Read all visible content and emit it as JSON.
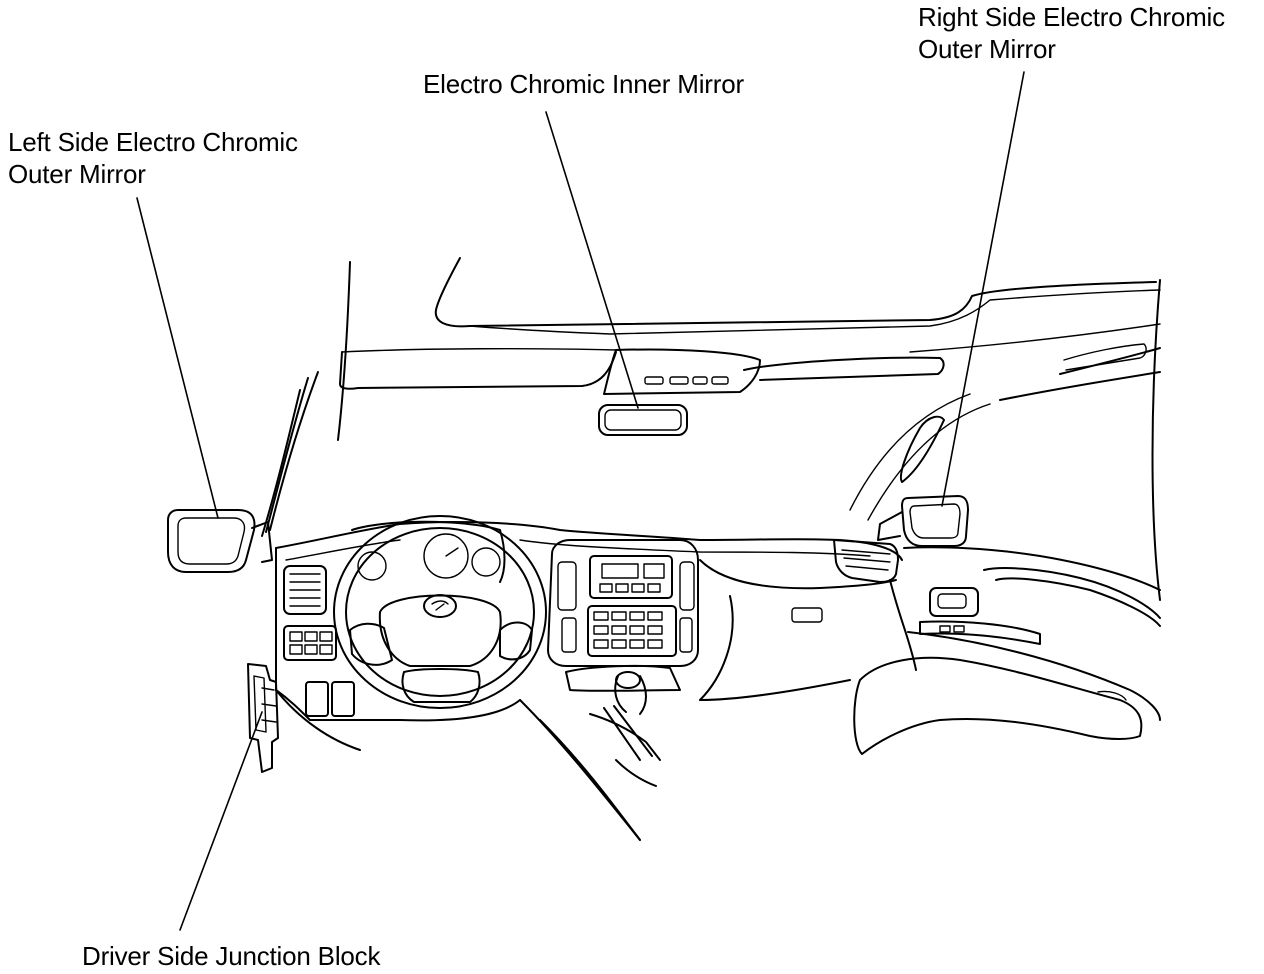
{
  "labels": {
    "left_mirror": {
      "line1": "Left Side Electro Chromic",
      "line2": "Outer Mirror"
    },
    "inner_mirror": {
      "line1": "Electro Chromic Inner Mirror"
    },
    "right_mirror": {
      "line1": "Right Side Electro Chromic",
      "line2": "Outer Mirror"
    },
    "junction_block": {
      "line1": "Driver Side Junction Block"
    }
  }
}
